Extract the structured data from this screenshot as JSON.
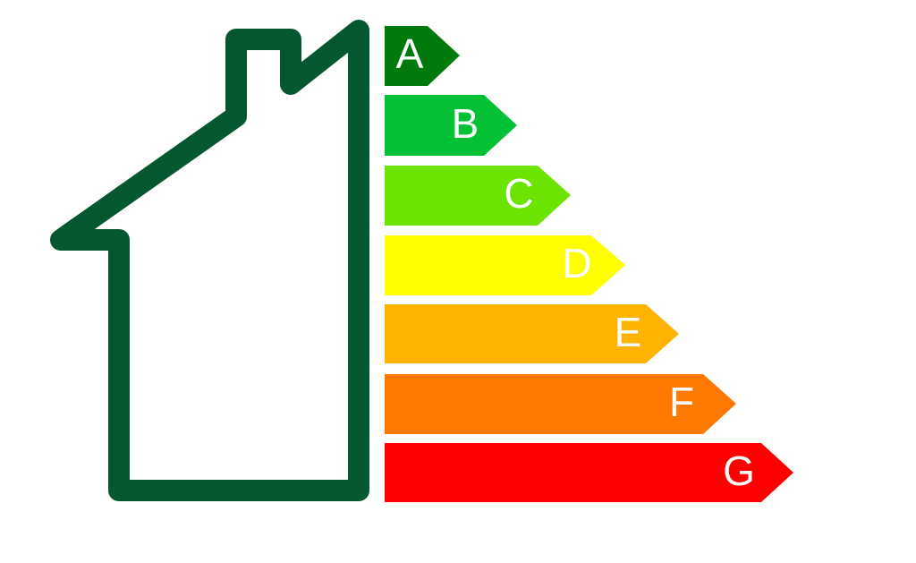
{
  "house_icon": {
    "name": "house-outline-icon",
    "color": "#03582f"
  },
  "ratings": [
    {
      "letter": "A",
      "color": "#007a0c"
    },
    {
      "letter": "B",
      "color": "#04c035"
    },
    {
      "letter": "C",
      "color": "#6ae400"
    },
    {
      "letter": "D",
      "color": "#ffff00"
    },
    {
      "letter": "E",
      "color": "#ffb300"
    },
    {
      "letter": "F",
      "color": "#ff7800"
    },
    {
      "letter": "G",
      "color": "#ff0000"
    }
  ]
}
